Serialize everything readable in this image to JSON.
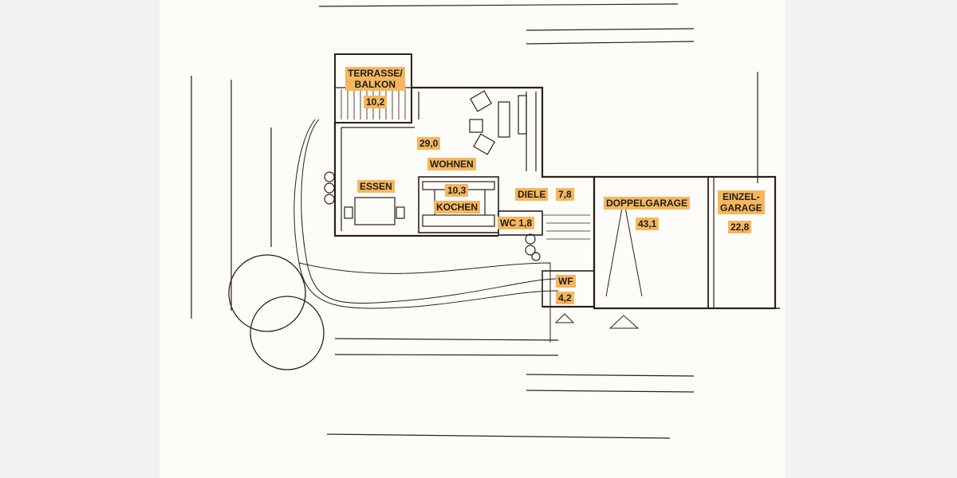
{
  "plan": {
    "rooms": [
      {
        "id": "terrasse",
        "name_line1": "TERRASSE/",
        "name_line2": "BALKON",
        "area": "10,2"
      },
      {
        "id": "wohnen",
        "name": "WOHNEN",
        "area": "29,0"
      },
      {
        "id": "essen",
        "name": "ESSEN"
      },
      {
        "id": "kochen",
        "name": "KOCHEN",
        "area": "10,3"
      },
      {
        "id": "diele",
        "name": "DIELE",
        "area": "7,8"
      },
      {
        "id": "wc",
        "name": "WC",
        "area": "1,8"
      },
      {
        "id": "wf",
        "name": "WF",
        "area": "4,2"
      },
      {
        "id": "doppelgarage",
        "name": "DOPPELGARAGE",
        "area": "43,1"
      },
      {
        "id": "einzelgarage",
        "name_line1": "EINZEL-",
        "name_line2": "GARAGE",
        "area": "22,8"
      }
    ],
    "label_color": "#f6b65c"
  }
}
